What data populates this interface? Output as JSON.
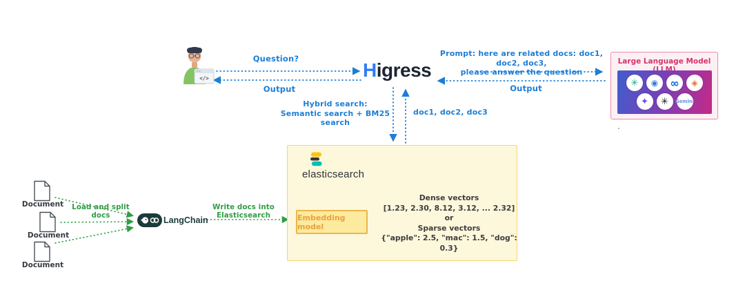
{
  "colors": {
    "arrow_blue": "#1c7ed6",
    "arrow_green": "#2f9e44",
    "arrow_yellow": "#f0b429",
    "llm_pink": "#d6336c",
    "es_yellow": "#f2d96a",
    "embedding_orange": "#e8a33d"
  },
  "person": {
    "code_glyph": "</>"
  },
  "flow_labels": {
    "question": "Question?",
    "output_user": "Output",
    "prompt_line1": "Prompt: here are related docs: doc1, doc2, doc3,",
    "prompt_line2": "please answer the question",
    "output_llm": "Output",
    "hybrid_line1": "Hybrid search:",
    "hybrid_line2": "Semantic search + BM25 search",
    "docs_returned": "doc1, doc2, doc3",
    "load_split": "Load and split docs",
    "write_docs": "Write docs into Elasticsearch"
  },
  "higress": {
    "h": "H",
    "rest": "igress"
  },
  "llm": {
    "title": "Large Language Model (LLM)",
    "logos": [
      {
        "name": "openai-green",
        "glyph": "✳"
      },
      {
        "name": "ernie-bot",
        "glyph": "◉"
      },
      {
        "name": "meta",
        "glyph": "∞"
      },
      {
        "name": "orange-llm",
        "glyph": "◈"
      },
      {
        "name": "purple-llm",
        "glyph": "✦"
      },
      {
        "name": "openai",
        "glyph": "✳"
      },
      {
        "name": "gemini",
        "glyph": "Gemini"
      }
    ]
  },
  "elasticsearch": {
    "brand": "elasticsearch",
    "embedding_label": "Embedding model",
    "vectors": [
      "Dense vectors",
      "[1.23, 2.30, 8.12, 3.12, ... 2.32]",
      "or",
      "Sparse vectors",
      "{\"apple\": 2.5, \"mac\": 1.5, \"dog\": 0.3}"
    ]
  },
  "langchain": {
    "brand": "LangChain"
  },
  "documents": {
    "d1": "Document",
    "d2": "Document",
    "d3": "Document"
  }
}
